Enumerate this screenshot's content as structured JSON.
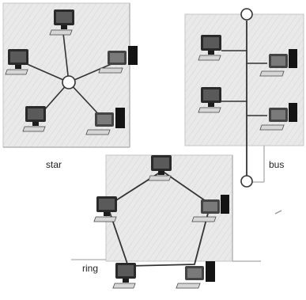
{
  "labels": {
    "star": "star",
    "bus": "bus",
    "ring": "ring"
  },
  "colors": {
    "panel_fill": "#e7e7e7",
    "panel_edge": "#b7b7b7",
    "panel_stripe": "#dcdcdc",
    "cable": "#333333",
    "hub": "#ffffff",
    "screen": "#2b2b2b",
    "case": "#1a1a1a",
    "keyboard": "#dddddd"
  },
  "topologies": [
    {
      "name": "star",
      "computers": 5,
      "hub": true
    },
    {
      "name": "bus",
      "computers": 4,
      "terminators": 2
    },
    {
      "name": "ring",
      "computers": 5
    }
  ]
}
